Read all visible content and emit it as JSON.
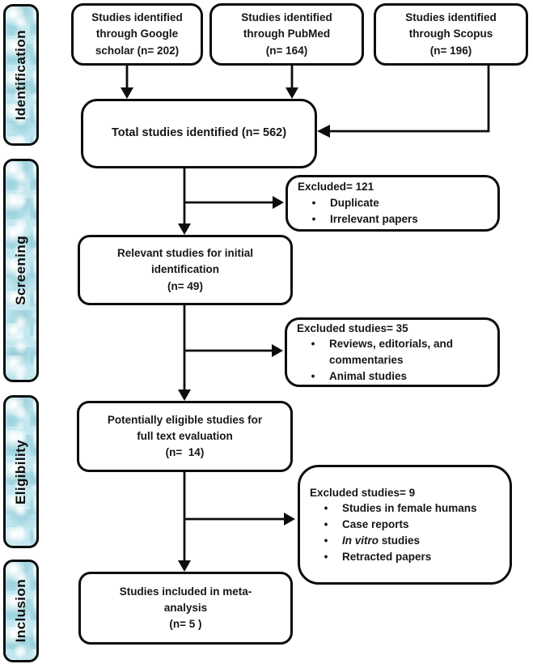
{
  "diagram": {
    "kind": "PRISMA flow diagram",
    "colors": {
      "stage_fill": "#c3e8f0",
      "border": "#0d0d0d",
      "text": "#161616",
      "box_background": "#ffffff"
    },
    "sidebar": {
      "stages": [
        {
          "label": "Identification"
        },
        {
          "label": "Screening"
        },
        {
          "label": "Eligibility"
        },
        {
          "label": "Inclusion"
        }
      ]
    },
    "boxes": {
      "google": {
        "lines": [
          "Studies identified",
          "through Google",
          "scholar (n= 202)"
        ]
      },
      "pubmed": {
        "lines": [
          "Studies identified",
          "through PubMed",
          "(n= 164)"
        ]
      },
      "scopus": {
        "lines": [
          "Studies identified",
          "through Scopus",
          "(n= 196)"
        ]
      },
      "total": {
        "lines": [
          "Total studies identified (n= 562)"
        ]
      },
      "relevant": {
        "lines": [
          "Relevant studies for initial",
          "identification",
          "(n= 49)"
        ]
      },
      "eligible": {
        "lines": [
          "Potentially eligible studies for",
          "full text evaluation",
          "(n=  14)"
        ]
      },
      "included": {
        "lines": [
          "Studies included in meta-",
          "analysis",
          "(n= 5 )"
        ]
      },
      "excluded1": {
        "title": "Excluded= 121",
        "bullets": [
          {
            "text": "Duplicate"
          },
          {
            "text": "Irrelevant papers"
          }
        ]
      },
      "excluded2": {
        "title": "Excluded studies= 35",
        "bullets": [
          {
            "text": "Reviews, editorials, and commentaries"
          },
          {
            "text": "Animal studies"
          }
        ]
      },
      "excluded3": {
        "title": "Excluded studies= 9",
        "bullets": [
          {
            "text": "Studies in female humans"
          },
          {
            "text": "Case reports"
          },
          {
            "em": "In vitro",
            "text": " studies"
          },
          {
            "text": "Retracted papers"
          }
        ]
      }
    }
  }
}
